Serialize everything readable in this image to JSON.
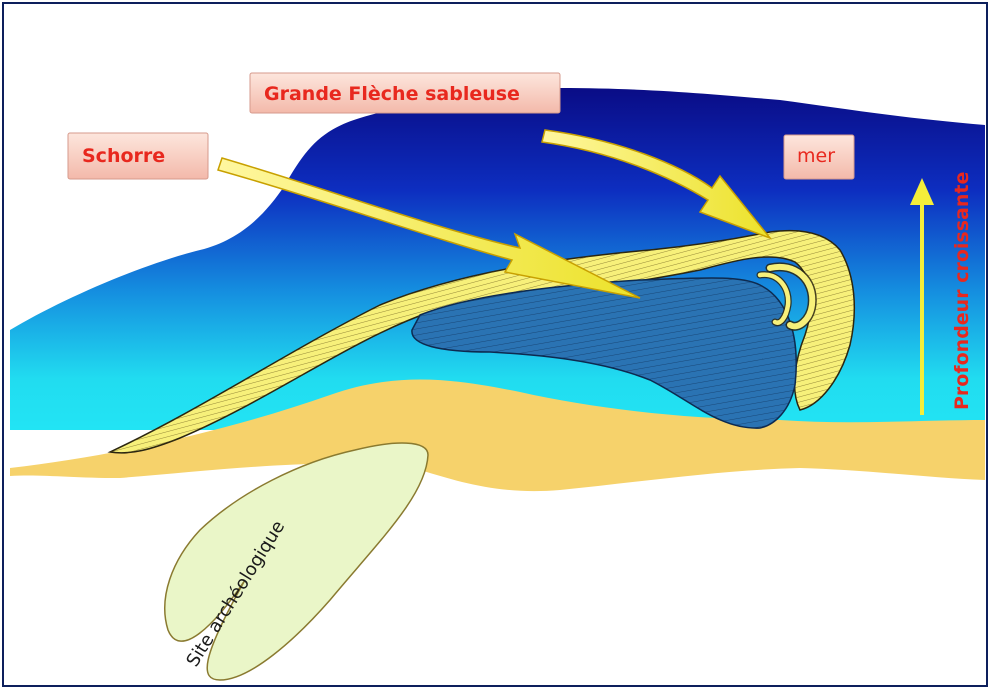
{
  "labels": {
    "fleche": "Grande Flèche sableuse",
    "schorre": "Schorre",
    "mer": "mer",
    "profondeur": "Profondeur croissante",
    "site": "Site archéologique"
  },
  "colors": {
    "sea_deep": "#0b0f8a",
    "sea_shallow": "#20e0f0",
    "sand": "#f6d26b",
    "sand_spit": "#f7f07a",
    "schorre": "#2a73b3",
    "label_box": "#f8cfc4",
    "label_text": "#e8281e",
    "arrow": "#f4ee3a",
    "site": "#eaf6c8",
    "frame": "#0d1f5c"
  }
}
